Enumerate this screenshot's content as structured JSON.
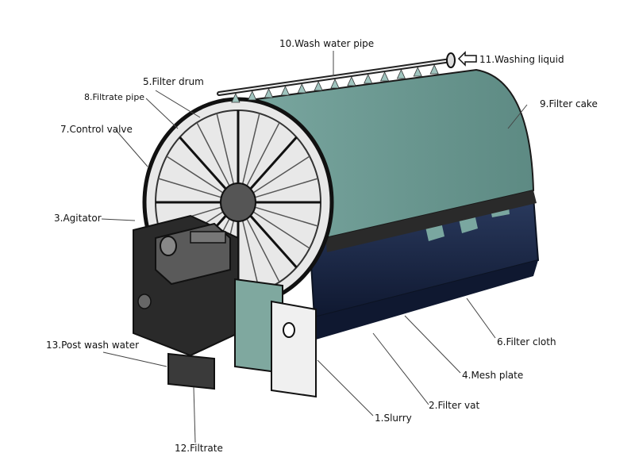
{
  "labels": {
    "wash_water_pipe": "10.Wash water pipe",
    "washing_liquid": "11.Washing liquid",
    "filter_drum": "5.Filter drum",
    "filtrate_pipe": "8.Filtrate pipe",
    "control_valve": "7.Control valve",
    "filter_cake": "9.Filter cake",
    "agitator": "3.Agitator",
    "post_wash_water": "13.Post wash water",
    "filter_cloth": "6.Filter cloth",
    "mesh_plate": "4.Mesh plate",
    "filter_vat": "2.Filter vat",
    "slurry": "1.Slurry",
    "filtrate": "12.Filtrate"
  },
  "colors": {
    "filter_cake": "#6f9d96",
    "vat_body": "#1c2a4a",
    "vat_trim": "#0c1322",
    "metal": "#222222"
  }
}
